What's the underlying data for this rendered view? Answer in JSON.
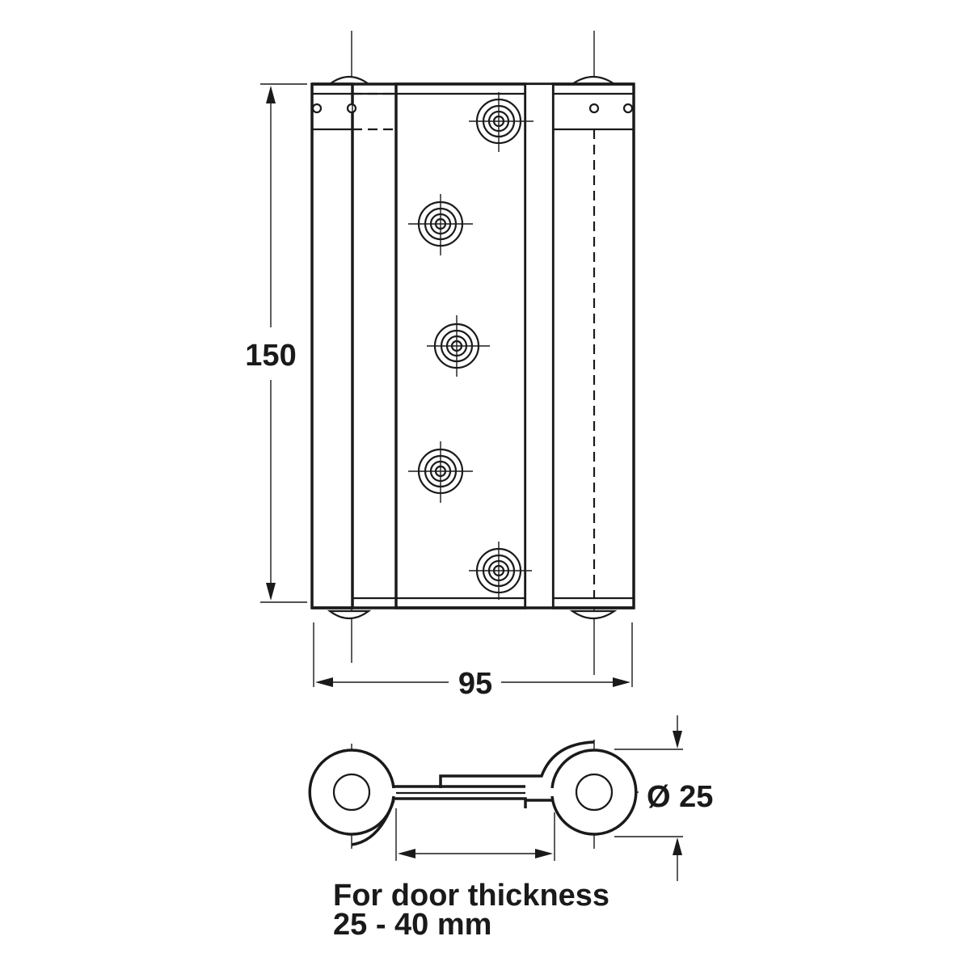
{
  "front_view": {
    "height_label": "150",
    "width_label": "95"
  },
  "top_view": {
    "diameter_label": "Ø 25",
    "note_line1": "For door thickness",
    "note_line2": "25 - 40 mm"
  },
  "colors": {
    "line": "#1a1a1a",
    "background": "#ffffff"
  }
}
